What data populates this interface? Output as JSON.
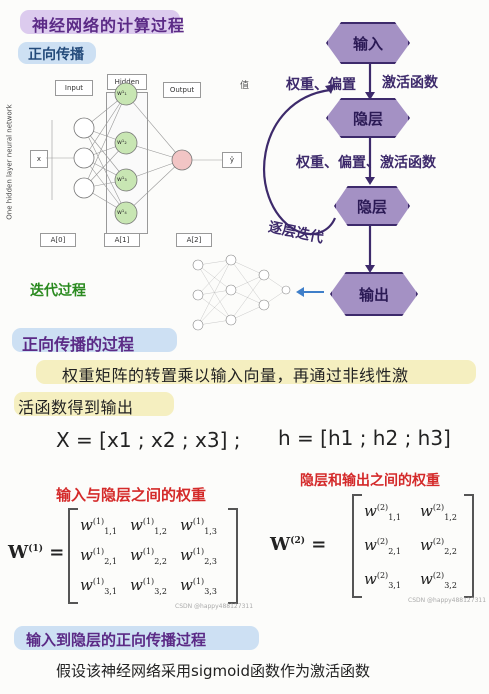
{
  "title": "神经网络的计算过程",
  "forward_tag": "正向传播",
  "diagram": {
    "input_label": "Input",
    "hidden_label": "Hidden",
    "output_label": "Output",
    "vertical_label": "One hidden layer neural network",
    "x_label": "x",
    "y_label": "ŷ",
    "value_label": "值",
    "a0": "A[0]",
    "a1": "A[1]",
    "a2": "A[2]",
    "hidden_nodes": [
      "w¹₁",
      "w¹₂",
      "w¹₃",
      "w¹₄"
    ]
  },
  "flow": {
    "node_input": "输入",
    "node_hidden1": "隐层",
    "node_hidden2": "隐层",
    "node_output": "输出",
    "label1_left": "权重、偏置",
    "label1_right": "激活函数",
    "label2": "权重、偏置、激活函数",
    "label3": "逐层迭代"
  },
  "iter_label": "迭代过程",
  "section_title": "正向传播的过程",
  "description_line1": "权重矩阵的转置乘以输入向量，再通过非线性激",
  "description_line2": "活函数得到输出",
  "vectors": {
    "x": "X = [x1 ; x2 ; x3] ;",
    "h": "h = [h1 ; h2 ; h3]"
  },
  "heading_w1": "输入与隐层之间的权重",
  "heading_w2": "隐层和输出之间的权重",
  "w1_label": "W",
  "w1_sup": "(1)",
  "w2_label": "W",
  "w2_sup": "(2)",
  "watermark1": "CSDN @happy488127311",
  "watermark2": "CSDN @happy488127311",
  "bottom_title": "输入到隐层的正向传播过程",
  "bottom_text": "假设该神经网络采用sigmoid函数作为激活函数",
  "colors": {
    "highlight_purple": "#d9c8ee",
    "highlight_blue": "#cde0f3",
    "highlight_yellow": "#f5efc0",
    "node_fill": "#a491c4"
  }
}
